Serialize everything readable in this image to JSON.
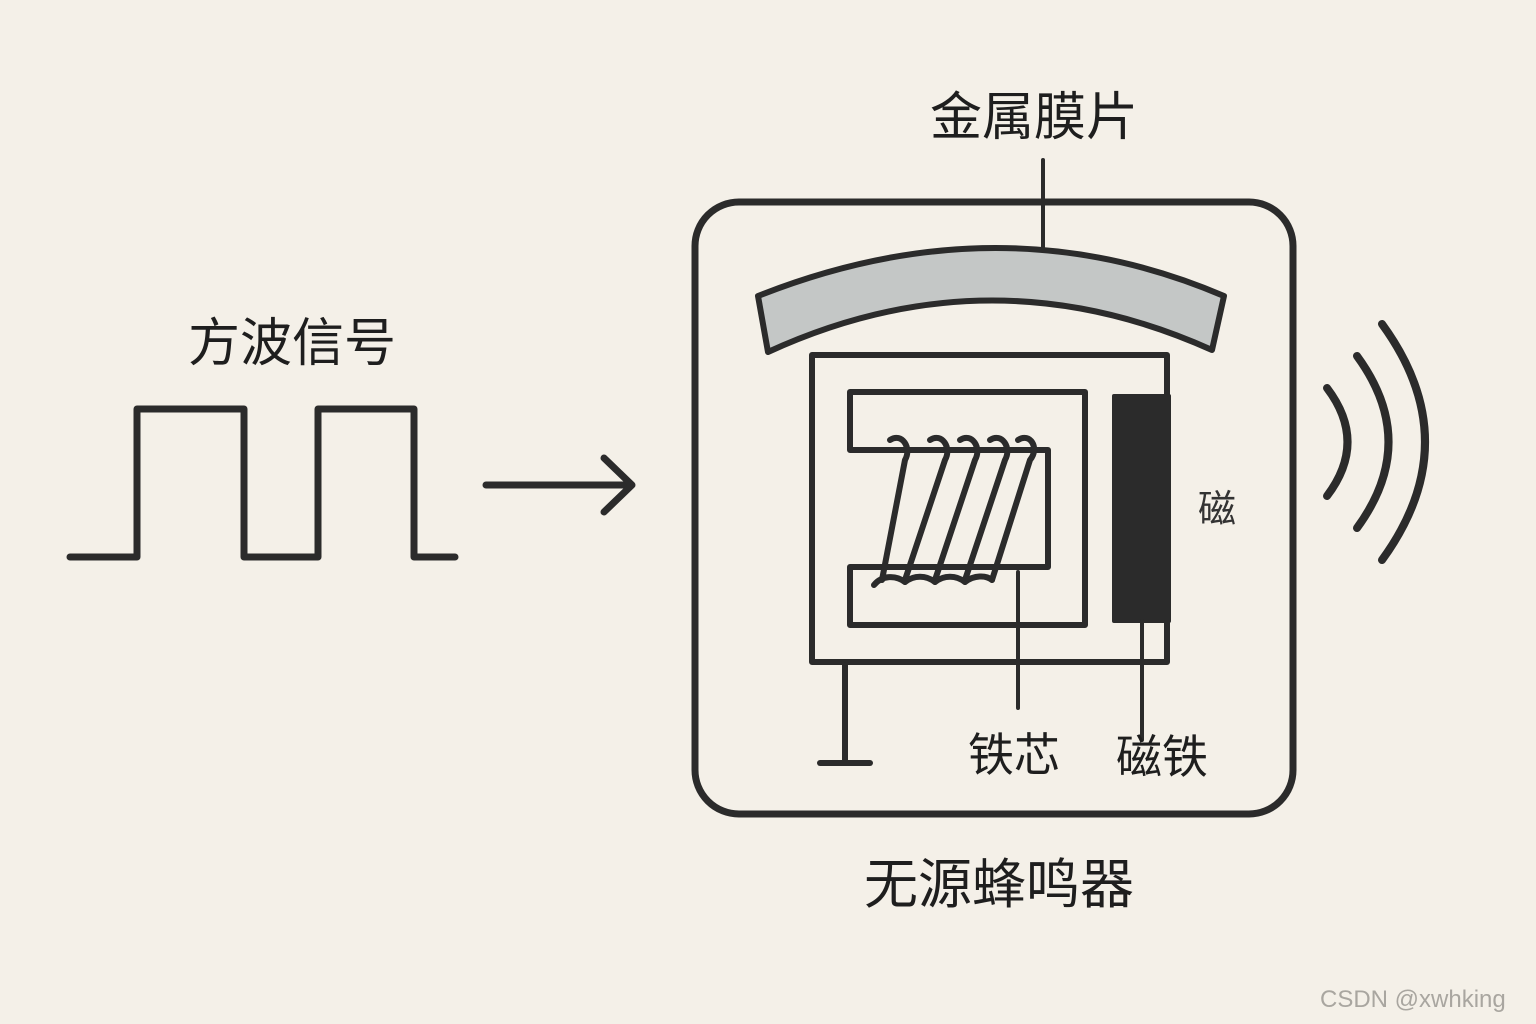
{
  "labels": {
    "square_wave": "方波信号",
    "diaphragm": "金属膜片",
    "iron_core": "铁芯",
    "magnet": "磁铁",
    "magnet_stray": "磁",
    "title": "无源蜂鸣器"
  },
  "watermark": "CSDN @xwhking",
  "colors": {
    "background": "#f4f0e8",
    "stroke": "#2b2b2b",
    "diaphragm_fill": "#c4c7c6",
    "magnet_fill": "#2b2b2b"
  },
  "icons": [
    "square-wave",
    "arrow-right",
    "sound-waves",
    "ground-symbol",
    "coil"
  ]
}
